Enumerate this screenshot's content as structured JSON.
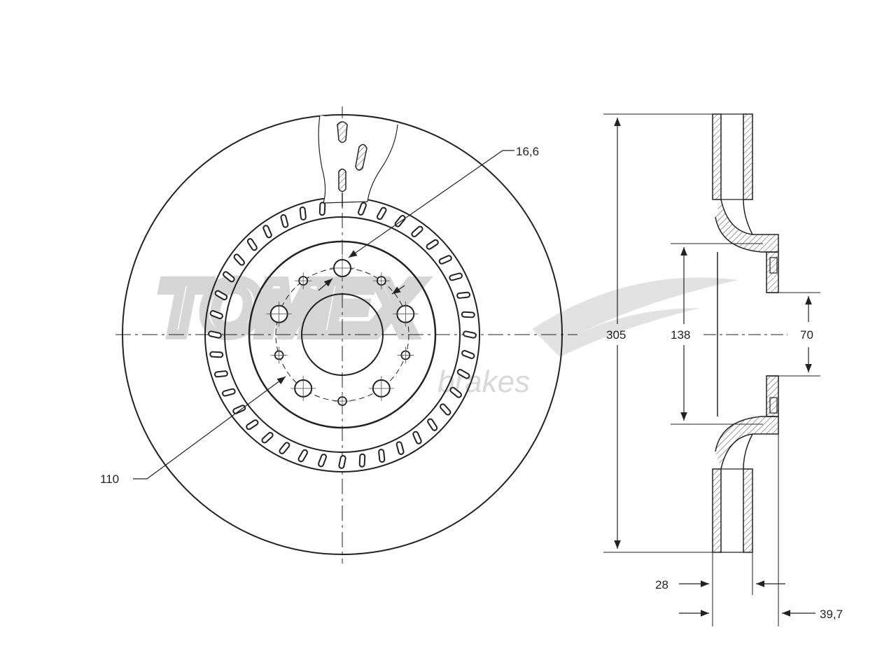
{
  "watermark": {
    "brand": "TOMEX",
    "sub": "brakes"
  },
  "dimensions": {
    "bolt_hole": "16,6",
    "bolt_circle": "110",
    "outer_diameter": "305",
    "hub_diameter": "138",
    "center_bore": "70",
    "thickness": "28",
    "height": "39,7"
  },
  "colors": {
    "line": "#222222",
    "watermark": "#d6d6d6"
  }
}
